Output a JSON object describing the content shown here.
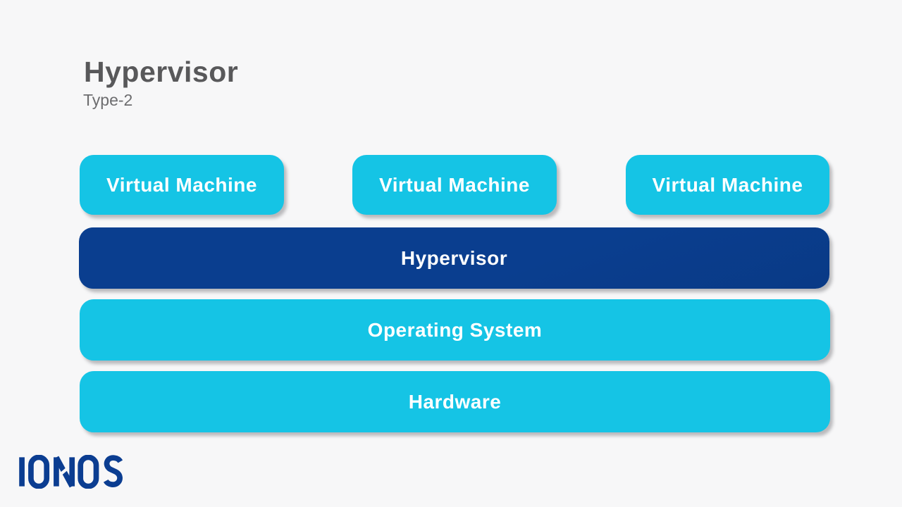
{
  "header": {
    "title": "Hypervisor",
    "subtitle": "Type-2"
  },
  "diagram": {
    "vm_boxes": [
      {
        "label": "Virtual Machine"
      },
      {
        "label": "Virtual Machine"
      },
      {
        "label": "Virtual Machine"
      }
    ],
    "layers": [
      {
        "label": "Hypervisor",
        "variant": "dark-blue"
      },
      {
        "label": "Operating System",
        "variant": "cyan"
      },
      {
        "label": "Hardware",
        "variant": "cyan"
      }
    ]
  },
  "footer": {
    "logo_text": "IONOS"
  },
  "colors": {
    "bg": "#f7f7f8",
    "cyan": "#15c4e5",
    "dark_blue": "#0a3e8f",
    "title_gray": "#58585a",
    "subtitle_gray": "#6d6d6f",
    "box_text": "#ffffff",
    "logo_blue": "#0b3d91"
  }
}
